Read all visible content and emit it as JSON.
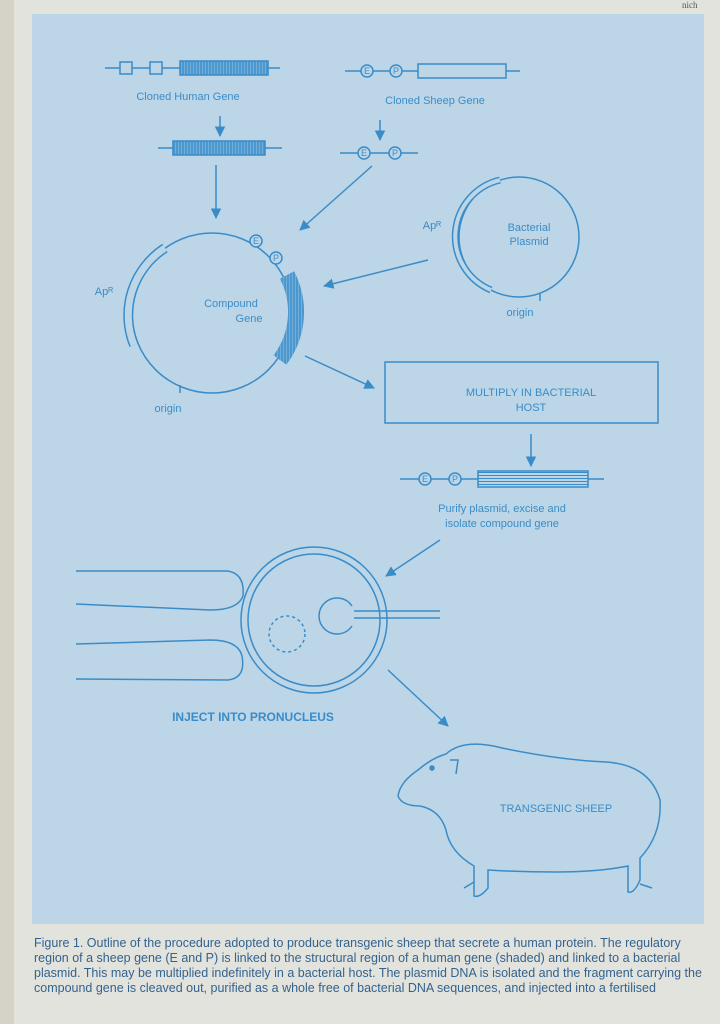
{
  "labels": {
    "cloned_human_gene": "Cloned Human Gene",
    "cloned_sheep_gene": "Cloned Sheep Gene",
    "ap_r_right": "Apᴿ",
    "ap_r_left": "Apᴿ",
    "bacterial_plasmid_line1": "Bacterial",
    "bacterial_plasmid_line2": "Plasmid",
    "origin_right": "origin",
    "origin_left": "origin",
    "compound_gene_line1": "Compound",
    "compound_gene_line2": "Gene",
    "multiply_line1": "MULTIPLY IN BACTERIAL",
    "multiply_line2": "HOST",
    "purify_line1": "Purify plasmid, excise and",
    "purify_line2": "isolate compound gene",
    "inject": "INJECT INTO PRONUCLEUS",
    "transgenic_sheep": "TRANSGENIC SHEEP",
    "e_marker": "E",
    "p_marker": "P"
  },
  "caption": "Figure 1. Outline of the procedure adopted to produce transgenic sheep that secrete a human protein. The regulatory region of a sheep gene (E and P) is linked to the structural region of a human gene (shaded) and linked to a bacterial plasmid. This may be multiplied indefinitely in a bacterial host. The plasmid DNA is isolated and the fragment carrying the compound gene is cleaved out, purified as a whole free of bacterial DNA sequences, and injected into a fertilised",
  "edge_text": "nich",
  "colors": {
    "ink": "#3a8cc8",
    "panel": "#bcd6e8",
    "page": "#e3e3dd",
    "caption_text": "#33628f"
  }
}
